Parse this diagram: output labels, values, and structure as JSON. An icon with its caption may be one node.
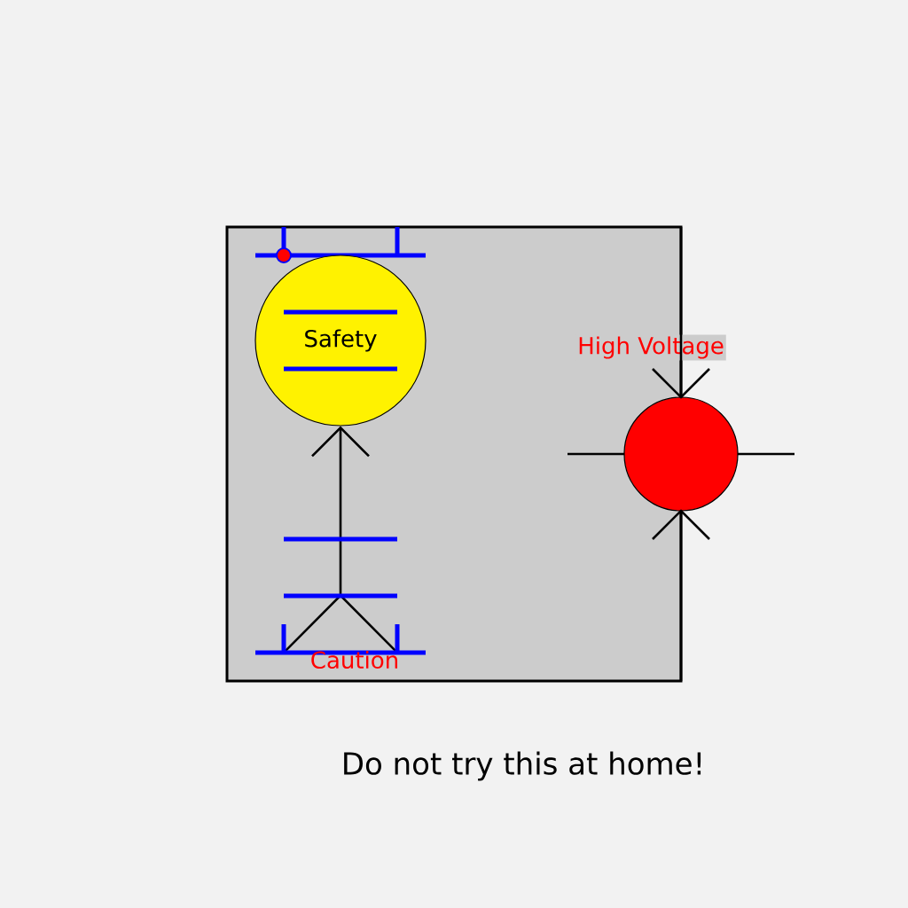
{
  "diagram": {
    "caption": "Do not try this at home!",
    "nodes": [
      {
        "text": [
          "Safety"
        ]
      },
      {
        "text": [],
        "shape": "circle",
        "beside": [
          "High Voltage"
        ]
      },
      {
        "text": [],
        "shape": "stand"
      }
    ],
    "edges": [
      {
        "from": 2,
        "to": 0,
        "arrow": "to"
      }
    ],
    "labels": [
      "Caution"
    ]
  }
}
